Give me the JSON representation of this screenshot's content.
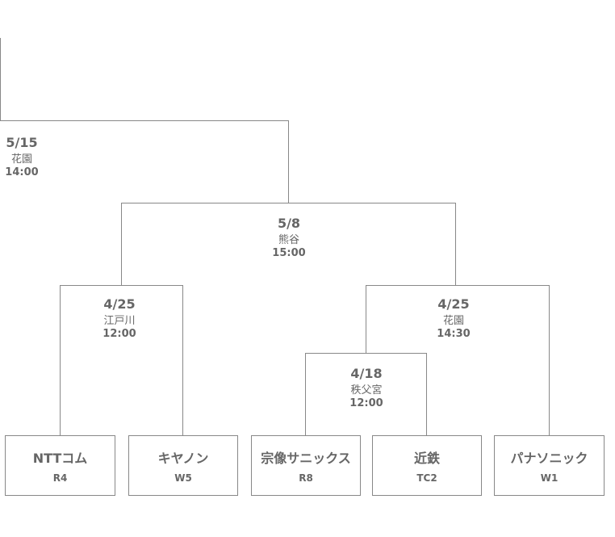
{
  "teams": [
    {
      "name": "NTTコム",
      "seed": "R4"
    },
    {
      "name": "キヤノン",
      "seed": "W5"
    },
    {
      "name": "宗像サニックス",
      "seed": "R8"
    },
    {
      "name": "近鉄",
      "seed": "TC2"
    },
    {
      "name": "パナソニック",
      "seed": "W1"
    }
  ],
  "matches": {
    "final": {
      "date": "5/15",
      "venue": "花園",
      "time": "14:00"
    },
    "semi": {
      "date": "5/8",
      "venue": "熊谷",
      "time": "15:00"
    },
    "qf_left": {
      "date": "4/25",
      "venue": "江戸川",
      "time": "12:00"
    },
    "qf_right": {
      "date": "4/25",
      "venue": "花園",
      "time": "14:30"
    },
    "r1": {
      "date": "4/18",
      "venue": "秩父宮",
      "time": "12:00"
    }
  }
}
